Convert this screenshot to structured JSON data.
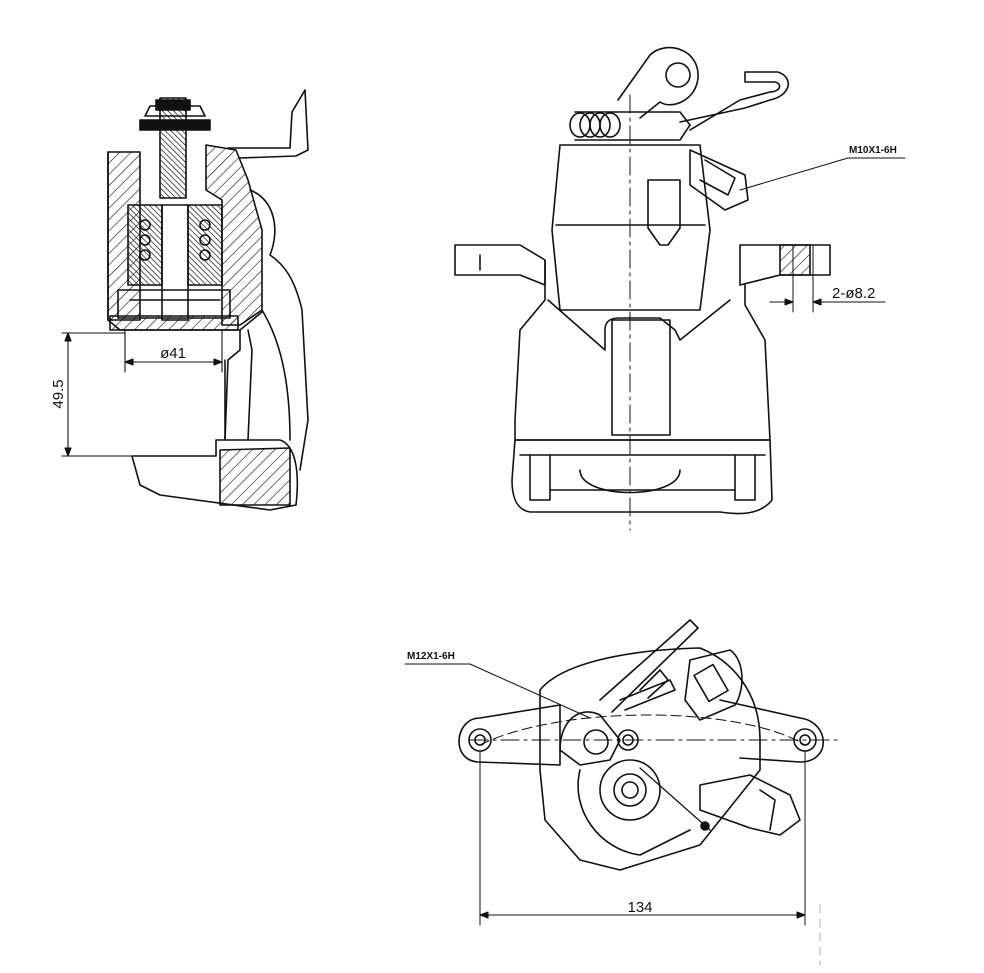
{
  "drawing": {
    "colors": {
      "line": "#111111",
      "background": "#ffffff",
      "hatch": "#111111"
    },
    "side_section_view": {
      "dimensions": {
        "bore_diameter": "ø41",
        "height": "49.5"
      }
    },
    "front_view": {
      "dimensions": {
        "thread_callout": "M10X1-6H",
        "mount_holes": "2-ø8.2"
      }
    },
    "top_view": {
      "dimensions": {
        "thread_callout": "M12X1-6H",
        "mount_spacing": "134"
      }
    }
  }
}
